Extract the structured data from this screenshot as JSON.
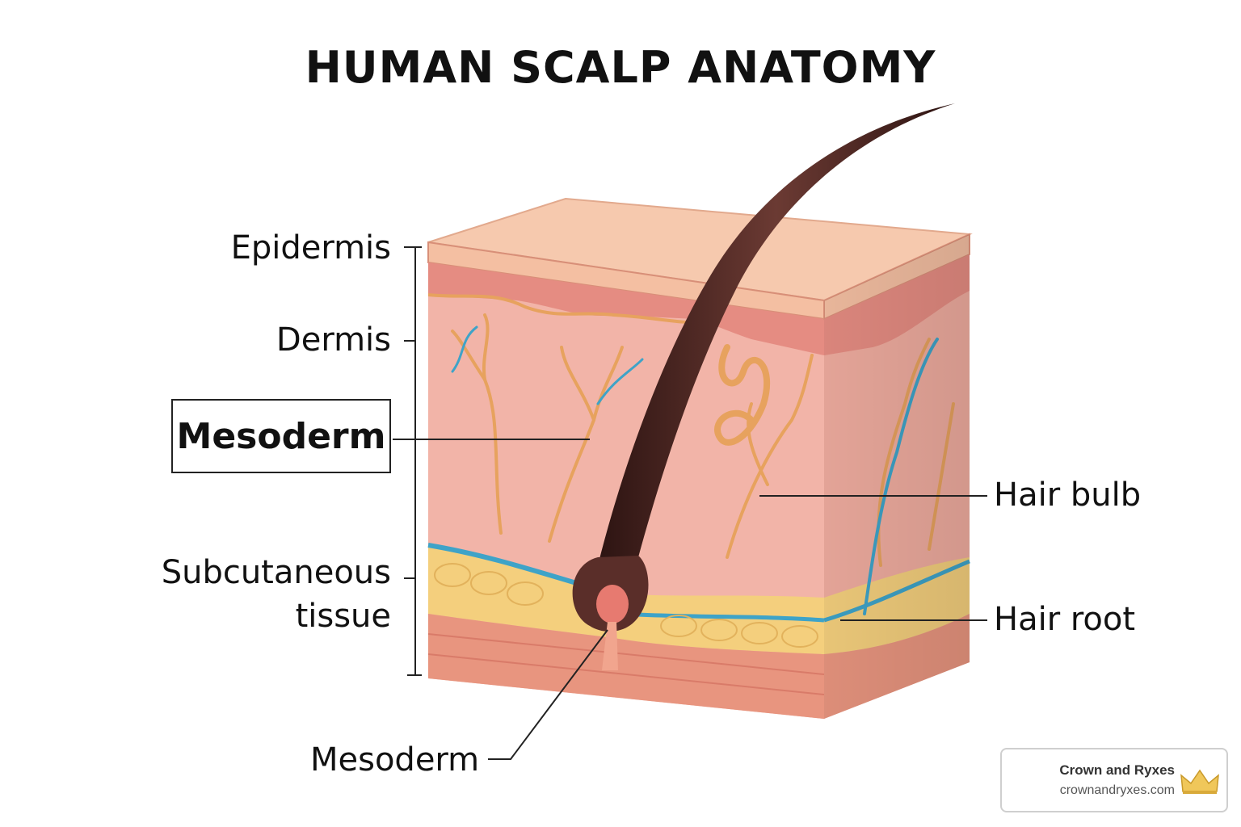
{
  "title": "HUMAN SCALP ANATOMY",
  "labels": {
    "epidermis": "Epidermis",
    "dermis": "Dermis",
    "mesoderm_boxed": "Mesoderm",
    "subcutaneous_line1": "Subcutaneous",
    "subcutaneous_line2": "tissue",
    "mesoderm_bottom": "Mesoderm",
    "hair_bulb": "Hair bulb",
    "hair_root": "Hair root"
  },
  "badge": {
    "name": "Crown and Ryxes",
    "site": "crownandryxes.com",
    "icon": "crown-icon"
  },
  "colors": {
    "epidermis_top": "#f5c4a8",
    "dermis": "#f2b1a6",
    "dermis_band": "#e58d84",
    "fat": "#f3cf7c",
    "base": "#e99a86",
    "hair": "#4a2420",
    "vein_blue": "#3ea3c8",
    "vessel_orange": "#e7a25e"
  }
}
